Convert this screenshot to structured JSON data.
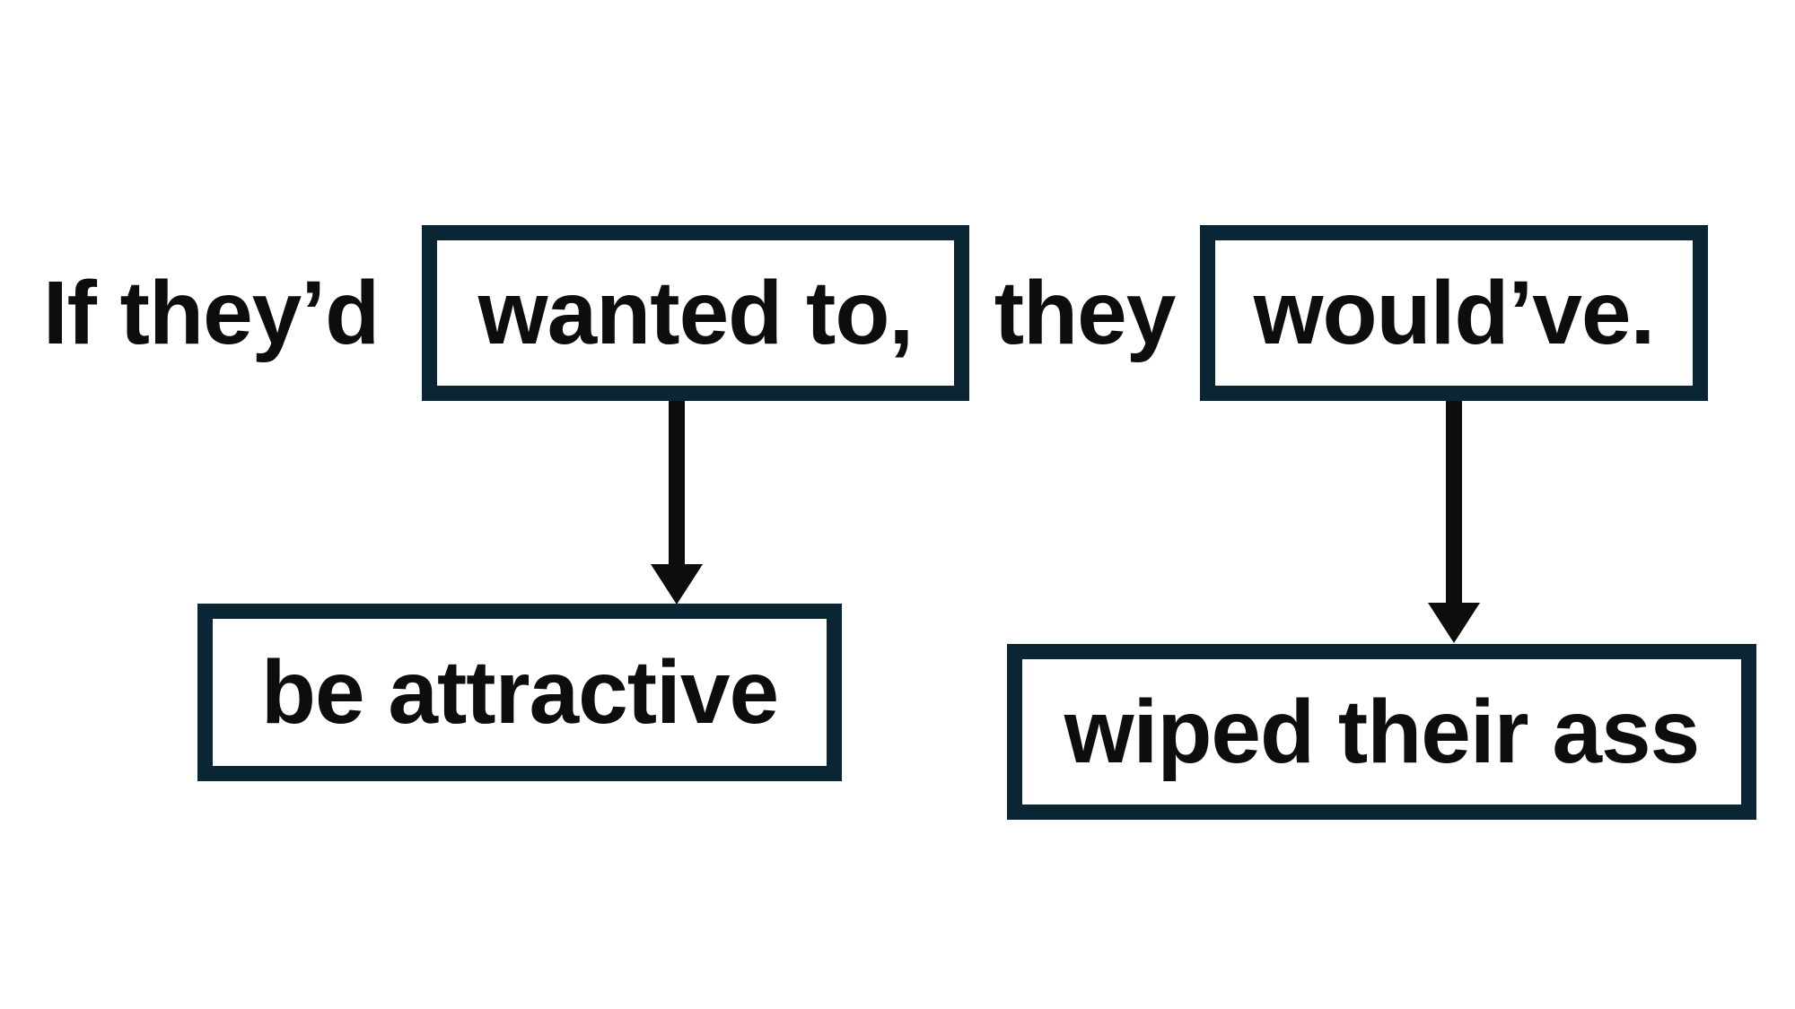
{
  "diagram": {
    "background_color": "#ffffff",
    "box_border_color": "#0a2533",
    "arrow_color": "#0d0d0d",
    "text_color": "#0d0d0d",
    "sentence": {
      "leading_text": "If they’d",
      "box1_label": "wanted to,",
      "middle_text": "they",
      "box2_label": "would’ve."
    },
    "outcomes": {
      "box3_label": "be attractive",
      "box4_label": "wiped their ass"
    }
  }
}
